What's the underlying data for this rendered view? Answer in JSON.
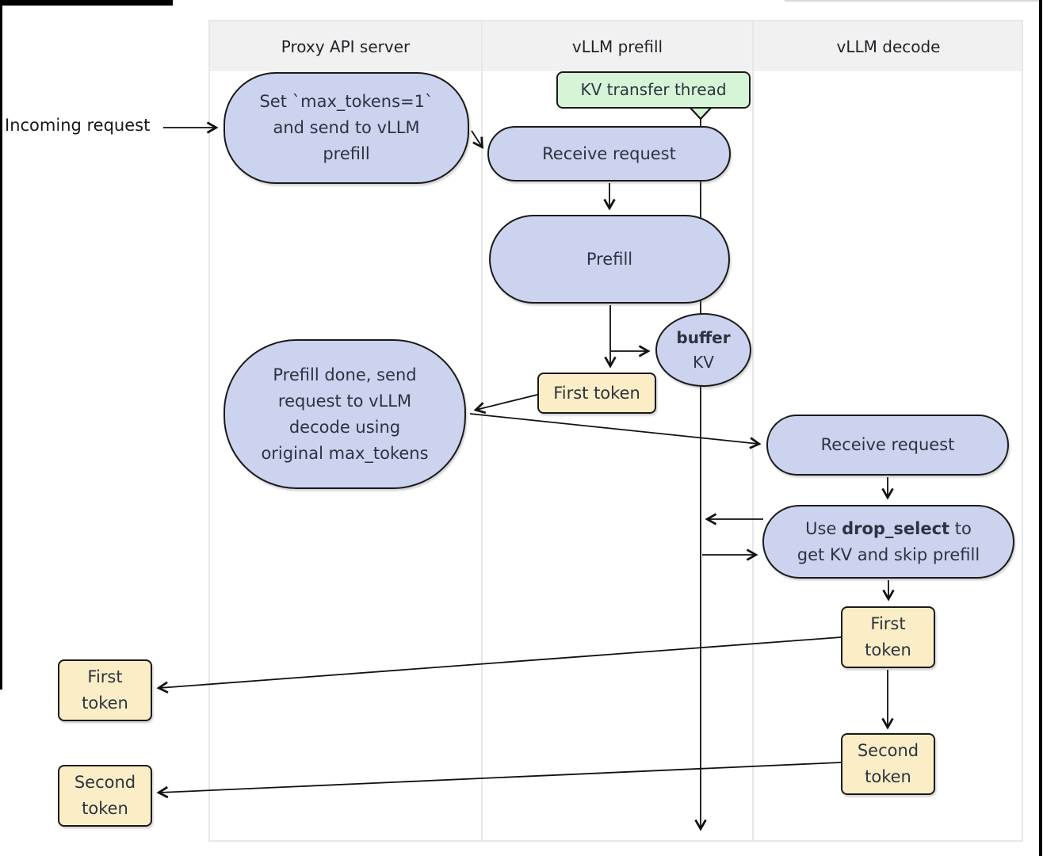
{
  "lanes": [
    {
      "label": "Proxy API server"
    },
    {
      "label": "vLLM prefill"
    },
    {
      "label": "vLLM decode"
    }
  ],
  "external": {
    "incoming_label": "Incoming request",
    "first_token": {
      "lines": [
        "First",
        "token"
      ]
    },
    "second_token": {
      "lines": [
        "Second",
        "token"
      ]
    }
  },
  "proxy": {
    "set_max_tokens": {
      "lines": [
        "Set `max_tokens=1`",
        "and send to vLLM",
        "prefill"
      ]
    },
    "prefill_done": {
      "lines": [
        "Prefill done, send",
        "request to vLLM",
        "decode using",
        "original max_tokens"
      ]
    }
  },
  "prefill": {
    "kv_thread": "KV transfer thread",
    "receive": "Receive request",
    "prefill": "Prefill",
    "buffer": {
      "line1": "buffer",
      "line2": "KV"
    },
    "first_token": "First token"
  },
  "decode": {
    "receive": "Receive request",
    "drop_select": {
      "pre": "Use ",
      "bold": "drop_select",
      "post": " to",
      "line2": "get KV and skip prefill"
    },
    "first_token": {
      "lines": [
        "First",
        "token"
      ]
    },
    "second_token": {
      "lines": [
        "Second",
        "token"
      ]
    }
  },
  "colors": {
    "node_fill": "#ccd3ee",
    "callout_fill": "#d6f5d6",
    "token_fill": "#fbeec6",
    "border": "#1a1a1a",
    "lane_header_bg": "#f1f1f2",
    "lane_border": "#e7e7e9",
    "arrow": "#111111"
  }
}
